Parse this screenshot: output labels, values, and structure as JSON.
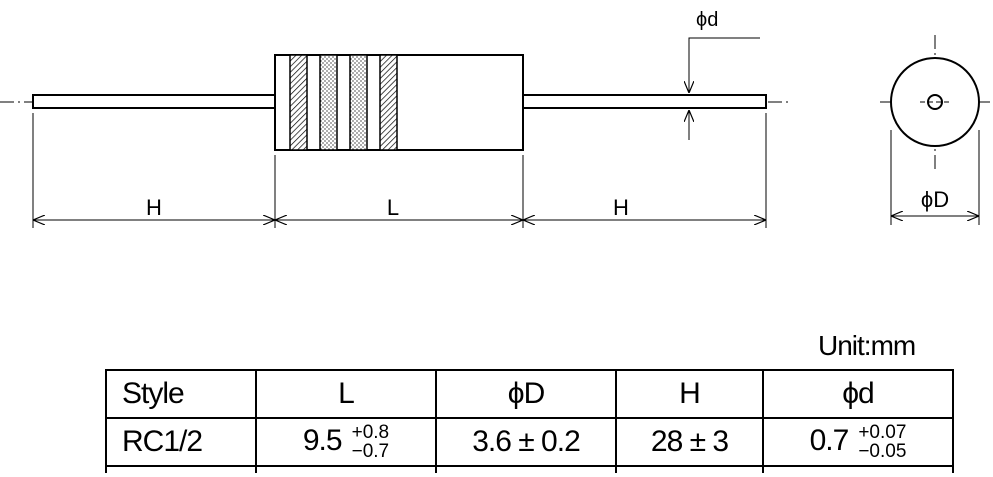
{
  "drawing": {
    "labels": {
      "lead_length": "H",
      "body_length": "L",
      "lead_diameter": "ϕd",
      "body_diameter": "ϕD"
    }
  },
  "table": {
    "unit": "Unit:mm",
    "headers": {
      "style": "Style",
      "L": "L",
      "D": "ϕD",
      "H": "H",
      "d": "ϕd"
    },
    "row": {
      "style": "RC1/2",
      "L_nominal": "9.5",
      "L_tol_plus": "+0.8",
      "L_tol_minus": "−0.7",
      "D": "3.6 ± 0.2",
      "H": "28 ± 3",
      "d_nominal": "0.7",
      "d_tol_plus": "+0.07",
      "d_tol_minus": "−0.05"
    }
  }
}
